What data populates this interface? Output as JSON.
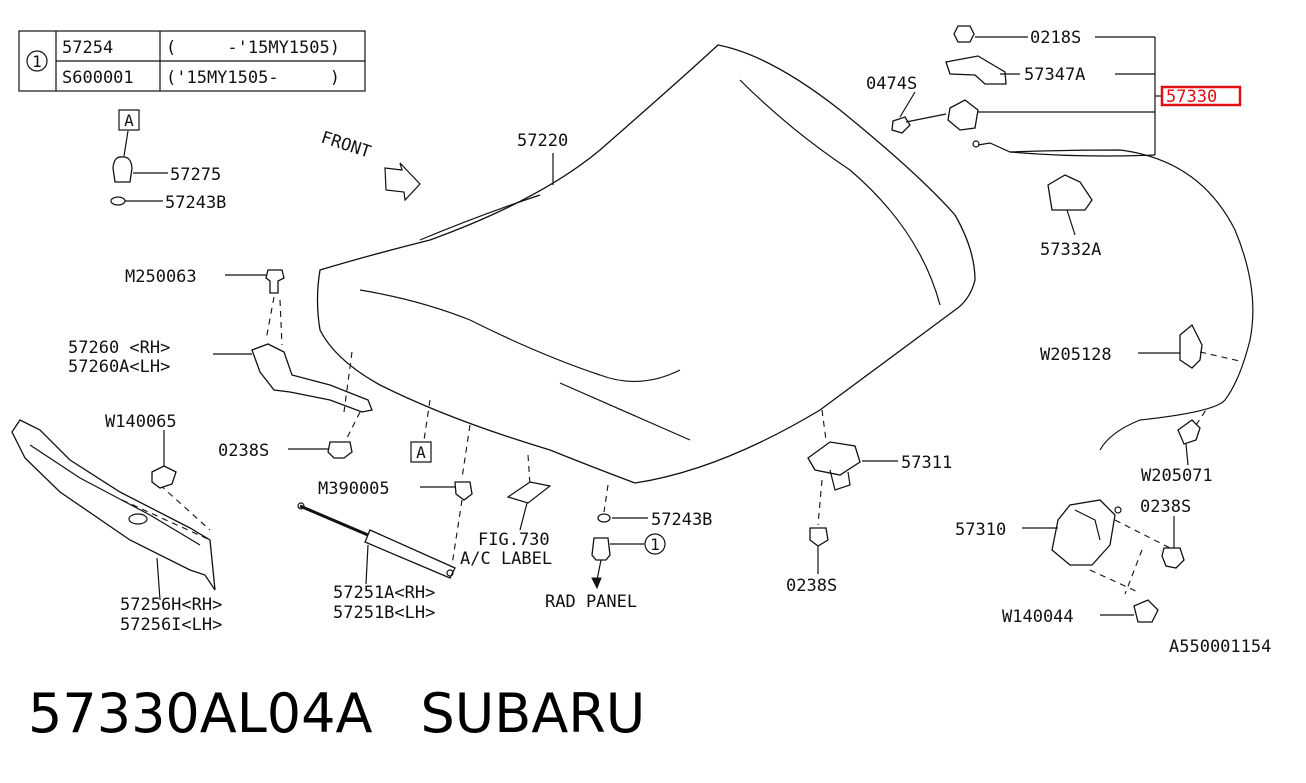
{
  "table": {
    "circle_ref": "1",
    "rows": [
      {
        "part": "57254",
        "range": "(     -'15MY1505)"
      },
      {
        "part": "S600001",
        "range": "('15MY1505-     )"
      }
    ]
  },
  "markers": {
    "a_top": "A",
    "a_mid": "A",
    "ref_1": "1",
    "ref_1b": "1"
  },
  "front_label": "FRONT",
  "parts": {
    "hood": "57220",
    "p57275": "57275",
    "p57243B_top": "57243B",
    "m250063": "M250063",
    "p57260": "57260 <RH>",
    "p57260A": "57260A<LH>",
    "w140065": "W140065",
    "p0238S_left": "0238S",
    "m390005": "M390005",
    "p57256H": "57256H<RH>",
    "p57256I": "57256I<LH>",
    "p57251A": "57251A<RH>",
    "p57251B": "57251B<LH>",
    "fig730": "FIG.730",
    "ac_label": "A/C LABEL",
    "p57243B_mid": "57243B",
    "rad_panel": "RAD PANEL",
    "p57311": "57311",
    "p0238S_mid": "0238S",
    "p0218S": "0218S",
    "p0474S": "0474S",
    "p57347A": "57347A",
    "p57330": "57330",
    "p57332A": "57332A",
    "w205128": "W205128",
    "w205071": "W205071",
    "p0238S_right": "0238S",
    "p57310": "57310",
    "w140044": "W140044",
    "drawing_no": "A550001154"
  },
  "footer": {
    "part_number": "57330AL04A",
    "brand": "SUBARU"
  },
  "colors": {
    "highlight": "#e01010",
    "ink": "#111111"
  }
}
